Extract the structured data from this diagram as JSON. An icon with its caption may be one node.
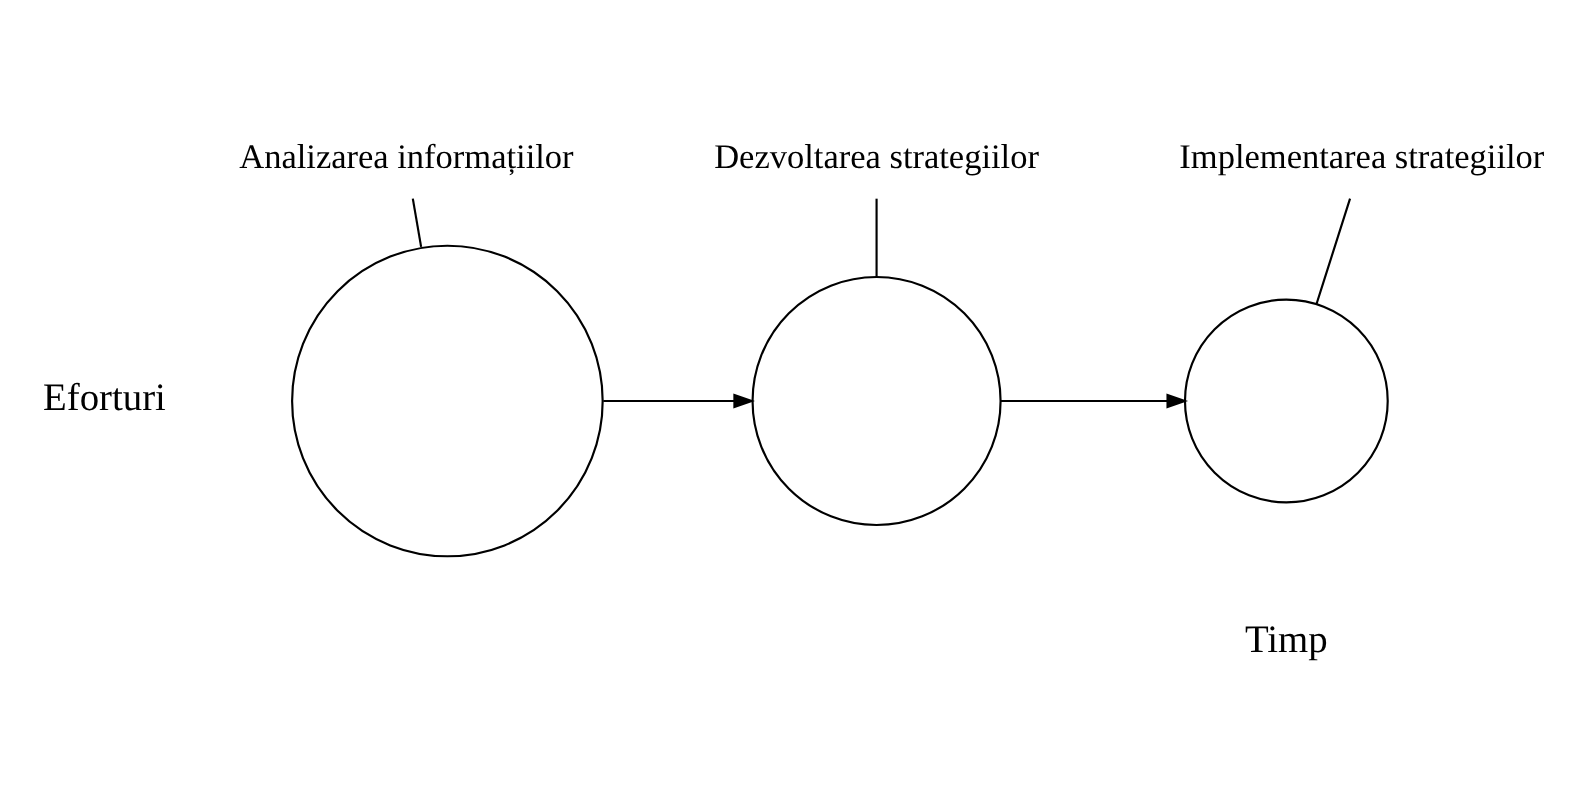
{
  "diagram": {
    "nodes": [
      {
        "text": [
          "Analizarea informațiilor"
        ]
      },
      {
        "text": [
          "Dezvoltarea strategiilor"
        ]
      },
      {
        "text": [
          "Implementarea strategiilor"
        ]
      },
      {
        "text": [],
        "shape": "circle"
      },
      {
        "text": [],
        "shape": "circle"
      },
      {
        "text": [],
        "shape": "circle"
      }
    ],
    "edges": [
      {
        "from": 0,
        "to": 3,
        "arrow": "none"
      },
      {
        "from": 1,
        "to": 4,
        "arrow": "none"
      },
      {
        "from": 2,
        "to": 5,
        "arrow": "none"
      },
      {
        "from": 3,
        "to": 4,
        "arrow": "to"
      },
      {
        "from": 4,
        "to": 5,
        "arrow": "to"
      }
    ],
    "labels": [
      "Eforturi",
      "Timp"
    ]
  }
}
